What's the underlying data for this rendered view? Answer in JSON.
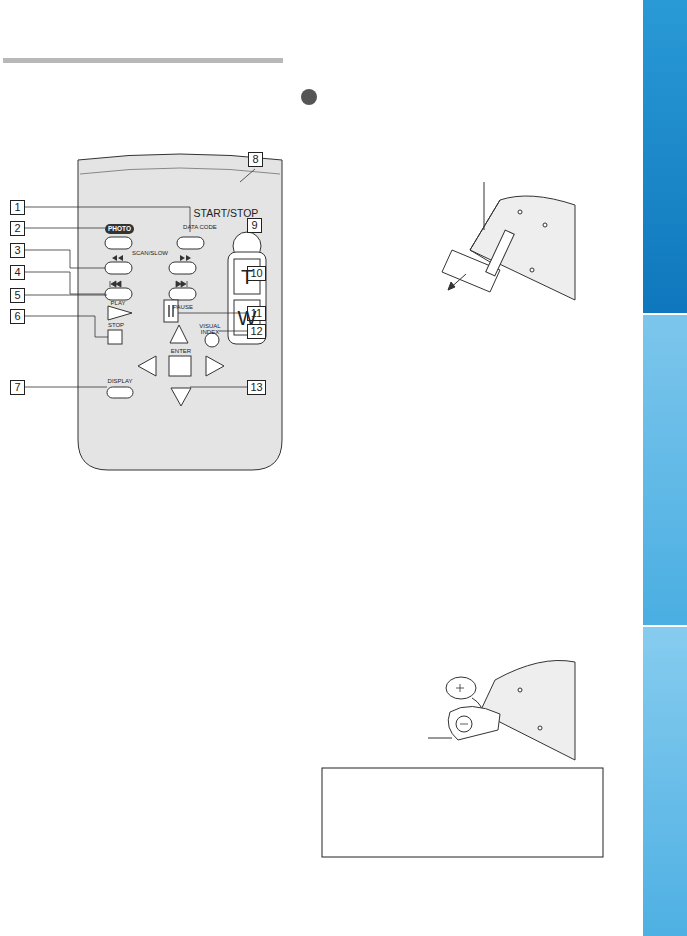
{
  "diagram": {
    "nodes": [
      {
        "text": [
          "1"
        ]
      },
      {
        "text": [
          "2"
        ]
      },
      {
        "text": [
          "3"
        ]
      },
      {
        "text": [
          "4"
        ]
      },
      {
        "text": [
          "5"
        ]
      },
      {
        "text": [
          "6"
        ]
      },
      {
        "text": [
          "7"
        ]
      },
      {
        "text": [
          "8"
        ]
      },
      {
        "text": [
          "9"
        ]
      },
      {
        "text": [
          "10"
        ]
      },
      {
        "text": [
          "11"
        ]
      },
      {
        "text": [
          "12"
        ]
      },
      {
        "text": [
          "13"
        ]
      },
      {
        "text": [
          "PHOTO"
        ]
      },
      {
        "text": [
          "T"
        ]
      },
      {
        "text": [
          "W"
        ]
      }
    ],
    "labels": [
      "START/STOP",
      "DATA CODE",
      "SCAN/SLOW",
      "PLAY",
      "PAUSE",
      "STOP",
      "VISUAL INDEX",
      "ENTER",
      "DISPLAY"
    ]
  }
}
